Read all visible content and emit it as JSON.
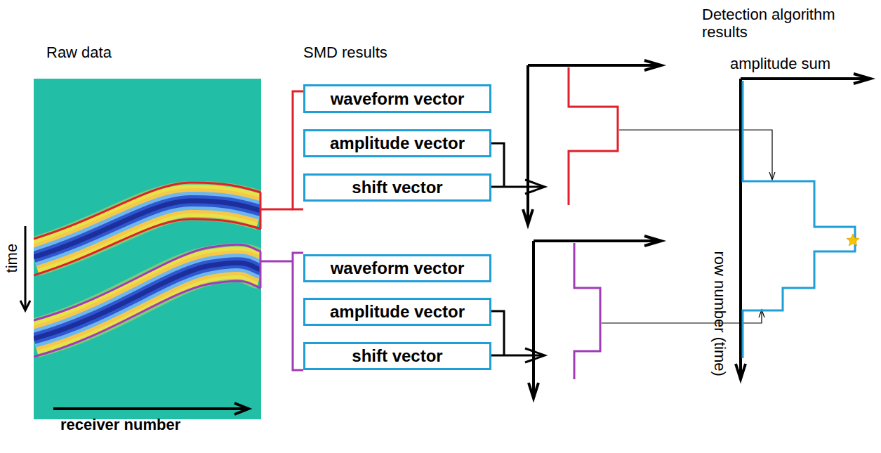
{
  "diagram": {
    "nodes": [
      {
        "text": [
          "waveform vector"
        ]
      },
      {
        "text": [
          "amplitude vector"
        ]
      },
      {
        "text": [
          "shift vector"
        ]
      },
      {
        "text": [
          "waveform vector"
        ]
      },
      {
        "text": [
          "amplitude vector"
        ]
      },
      {
        "text": [
          "shift vector"
        ]
      }
    ],
    "labels": [
      "Raw data",
      "time",
      "receiver number",
      "SMD results",
      "Detection algorithm results",
      "amplitude sum",
      "row number (time)"
    ]
  }
}
